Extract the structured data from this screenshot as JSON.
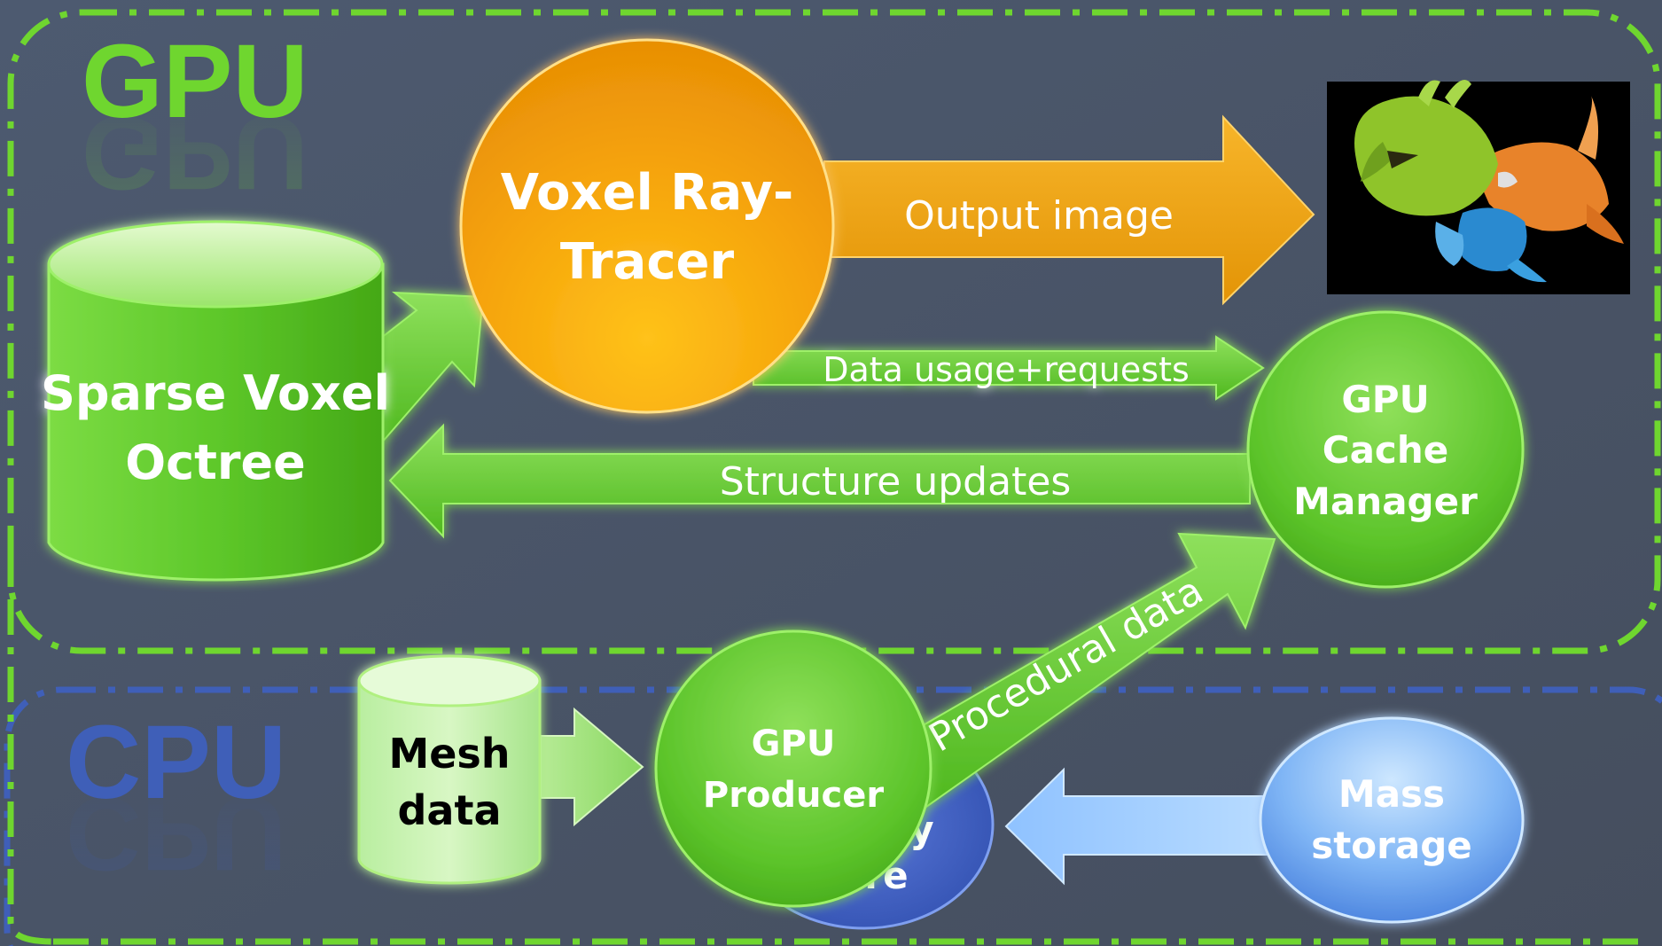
{
  "regions": {
    "gpu_label": "GPU",
    "cpu_label": "CPU"
  },
  "nodes": {
    "svo": [
      "Sparse Voxel",
      "Octree"
    ],
    "raytracer": [
      "Voxel Ray-",
      "Tracer"
    ],
    "cache_manager": [
      "GPU",
      "Cache",
      "Manager"
    ],
    "mesh": [
      "Mesh",
      "data"
    ],
    "producer": [
      "GPU",
      "Producer"
    ],
    "mass_storage": [
      "Mass",
      "storage"
    ],
    "hidden_partial": [
      "y",
      "re"
    ]
  },
  "edges": {
    "output_image": "Output image",
    "data_usage": "Data usage+requests",
    "structure_updates": "Structure updates",
    "procedural_data": "Procedural data"
  },
  "colors": {
    "background": "#4a5568",
    "gpu_green": "#6fd62f",
    "cpu_blue": "#3f5fb8",
    "orange": "#f5a20a",
    "light_blue": "#a8d4ff"
  },
  "output_image": {
    "icon": "colorful-dragon-render"
  }
}
